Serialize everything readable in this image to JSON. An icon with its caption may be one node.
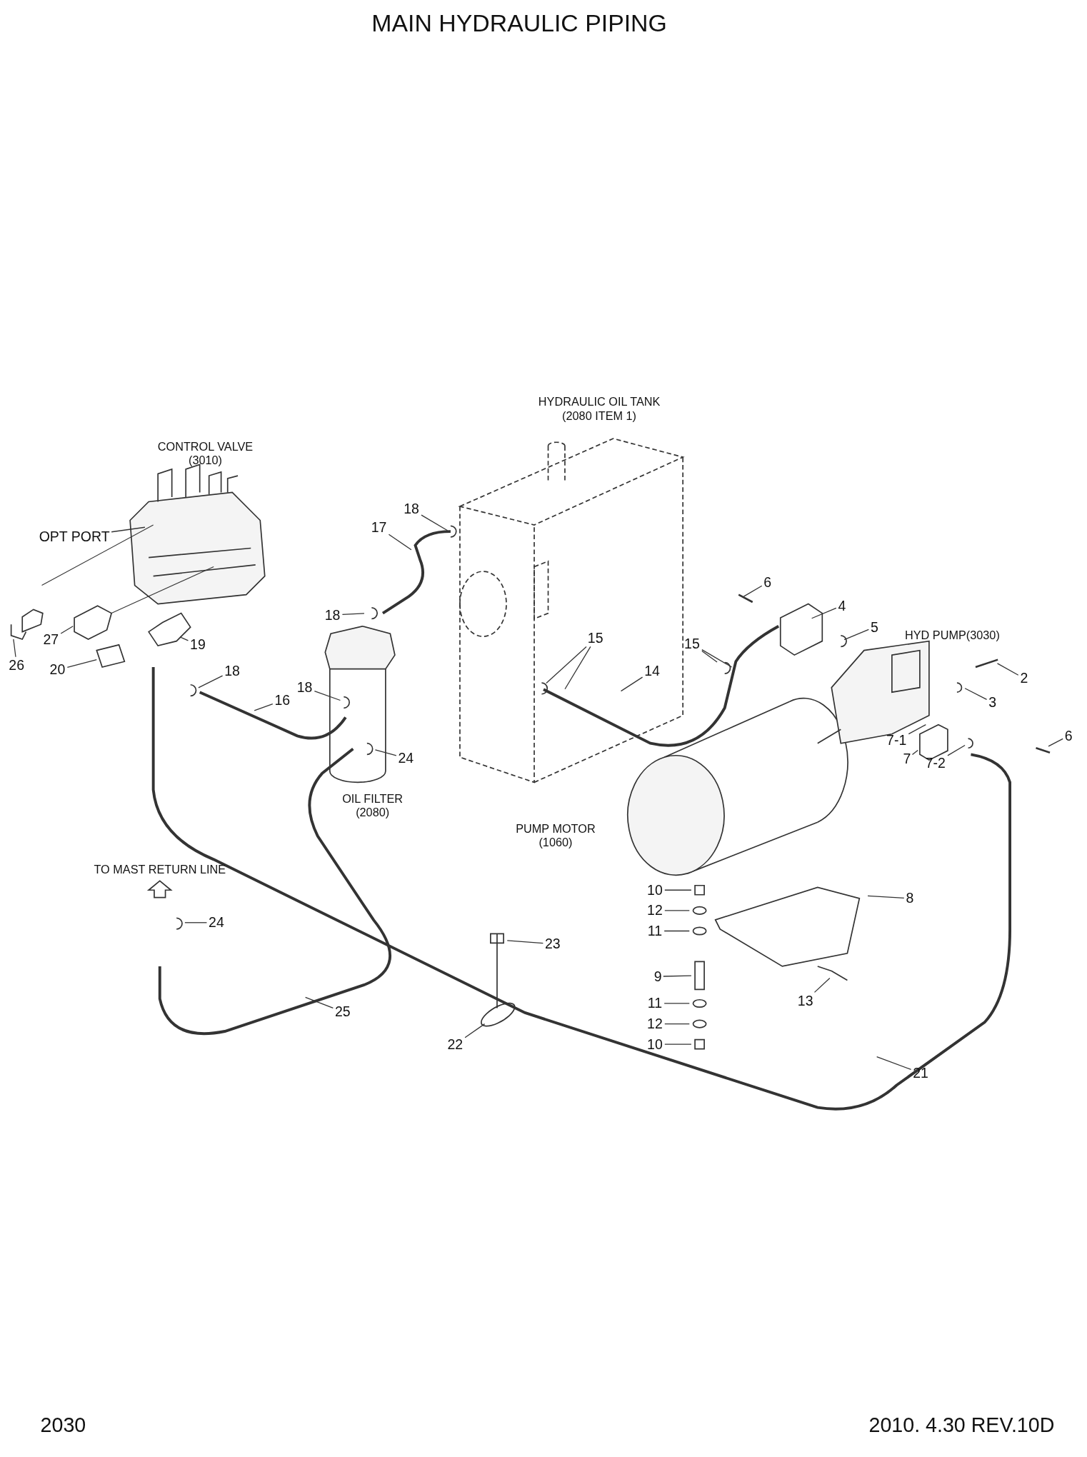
{
  "diagram": {
    "title": "MAIN HYDRAULIC PIPING",
    "nodes": [
      {
        "text": [
          "18"
        ]
      },
      {
        "text": [
          "17"
        ]
      },
      {
        "text": [
          "OPT PORT"
        ]
      },
      {
        "text": [
          "6"
        ]
      },
      {
        "text": [
          "4"
        ]
      },
      {
        "text": [
          "18"
        ]
      },
      {
        "text": [
          "5"
        ]
      },
      {
        "text": [
          "15"
        ]
      },
      {
        "text": [
          "26"
        ]
      },
      {
        "text": [
          "27"
        ]
      },
      {
        "text": [
          "19"
        ]
      },
      {
        "text": [
          "20"
        ]
      },
      {
        "text": [
          "15"
        ]
      },
      {
        "text": [
          "14"
        ]
      },
      {
        "text": [
          "18"
        ]
      },
      {
        "text": [
          "2"
        ]
      },
      {
        "text": [
          "18"
        ]
      },
      {
        "text": [
          "3"
        ]
      },
      {
        "text": [
          "16"
        ]
      },
      {
        "text": [
          "7-1"
        ]
      },
      {
        "text": [
          "6"
        ]
      },
      {
        "text": [
          "24"
        ]
      },
      {
        "text": [
          "7"
        ]
      },
      {
        "text": [
          "7-2"
        ]
      },
      {
        "text": [
          "8"
        ]
      },
      {
        "text": [
          "10"
        ]
      },
      {
        "text": [
          "12"
        ]
      },
      {
        "text": [
          "11"
        ]
      },
      {
        "text": [
          "24"
        ]
      },
      {
        "text": [
          "23"
        ]
      },
      {
        "text": [
          "9"
        ]
      },
      {
        "text": [
          "13"
        ]
      },
      {
        "text": [
          "11"
        ]
      },
      {
        "text": [
          "25"
        ]
      },
      {
        "text": [
          "12"
        ]
      },
      {
        "text": [
          "22"
        ]
      },
      {
        "text": [
          "10"
        ]
      },
      {
        "text": [
          "21"
        ]
      },
      {
        "text": [],
        "shape": "picture"
      },
      {
        "text": [],
        "shape": "picture"
      }
    ],
    "edges": [
      {
        "from": 0,
        "to": null,
        "arrow": "none"
      },
      {
        "from": 1,
        "to": null,
        "arrow": "none"
      },
      {
        "from": 2,
        "to": null,
        "arrow": "none"
      },
      {
        "from": 3,
        "to": null,
        "arrow": "none"
      },
      {
        "from": 4,
        "to": null,
        "arrow": "none"
      },
      {
        "from": 5,
        "to": null,
        "arrow": "none"
      },
      {
        "from": 6,
        "to": null,
        "arrow": "none"
      },
      {
        "from": 7,
        "to": null,
        "arrow": "none"
      },
      {
        "from": 7,
        "to": null,
        "arrow": "none"
      },
      {
        "from": 8,
        "to": null,
        "arrow": "none"
      },
      {
        "from": 9,
        "to": null,
        "arrow": "none"
      },
      {
        "from": 10,
        "to": null,
        "arrow": "none"
      },
      {
        "from": 11,
        "to": 38,
        "arrow": "none"
      },
      {
        "from": 12,
        "to": null,
        "arrow": "none"
      },
      {
        "from": 12,
        "to": null,
        "arrow": "none"
      },
      {
        "from": 13,
        "to": null,
        "arrow": "none"
      },
      {
        "from": 14,
        "to": null,
        "arrow": "none"
      },
      {
        "from": 15,
        "to": null,
        "arrow": "none"
      },
      {
        "from": 16,
        "to": null,
        "arrow": "none"
      },
      {
        "from": 17,
        "to": null,
        "arrow": "none"
      },
      {
        "from": 18,
        "to": null,
        "arrow": "none"
      },
      {
        "from": 19,
        "to": null,
        "arrow": "none"
      },
      {
        "from": 20,
        "to": null,
        "arrow": "none"
      },
      {
        "from": 21,
        "to": null,
        "arrow": "none"
      },
      {
        "from": 22,
        "to": null,
        "arrow": "none"
      },
      {
        "from": 23,
        "to": null,
        "arrow": "none"
      },
      {
        "from": 24,
        "to": null,
        "arrow": "none"
      },
      {
        "from": 25,
        "to": null,
        "arrow": "none"
      },
      {
        "from": 26,
        "to": null,
        "arrow": "none"
      },
      {
        "from": 27,
        "to": null,
        "arrow": "none"
      },
      {
        "from": 28,
        "to": null,
        "arrow": "none"
      },
      {
        "from": 29,
        "to": null,
        "arrow": "none"
      },
      {
        "from": 30,
        "to": null,
        "arrow": "none"
      },
      {
        "from": 31,
        "to": null,
        "arrow": "none"
      },
      {
        "from": 32,
        "to": null,
        "arrow": "none"
      },
      {
        "from": 33,
        "to": null,
        "arrow": "none"
      },
      {
        "from": 34,
        "to": null,
        "arrow": "none"
      },
      {
        "from": 35,
        "to": 39,
        "arrow": "none"
      },
      {
        "from": 36,
        "to": null,
        "arrow": "none"
      },
      {
        "from": 37,
        "to": null,
        "arrow": "none"
      }
    ],
    "labels": [
      "HYDRAULIC OIL TANK (2080 ITEM 1)",
      "CONTROL VALVE (3010)",
      "HYD PUMP(3030)",
      "OIL FILTER (2080)",
      "PUMP MOTOR (1060)",
      "TO MAST RETURN LINE",
      "2030",
      "2010. 4.30  REV.10D"
    ]
  }
}
